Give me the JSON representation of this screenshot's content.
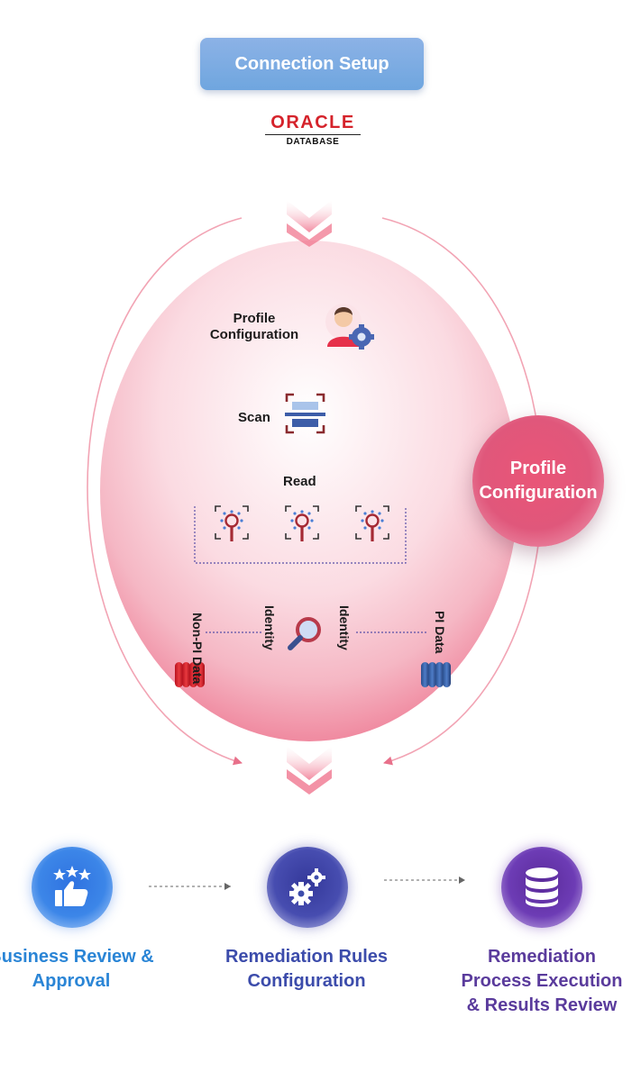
{
  "header": {
    "connection_setup_label": "Connection Setup"
  },
  "oracle_logo": {
    "wordmark": "ORACLE",
    "subtitle": "DATABASE",
    "color": "#d5232b"
  },
  "cycle": {
    "profile_label": "Profile Configuration",
    "scan_label": "Scan",
    "read_label": "Read",
    "non_pi_label": "Non-PI Data",
    "identity_left_label": "Identity",
    "identity_right_label": "Identity",
    "pi_label": "PI Data",
    "circle_color": "#f08aa0",
    "arrow_color": "#e8708a"
  },
  "badge": {
    "label": "Profile Configuration",
    "color": "#e0577b"
  },
  "steps": [
    {
      "label": "Business Review & Approval",
      "icon": "thumbs-up-stars-icon",
      "color": "#2a85d6"
    },
    {
      "label": "Remediation Rules Configuration",
      "icon": "gears-icon",
      "color": "#3c4cab"
    },
    {
      "label": "Remediation Process Execution & Results Review",
      "icon": "database-icon",
      "color": "#5a3b9c"
    }
  ]
}
